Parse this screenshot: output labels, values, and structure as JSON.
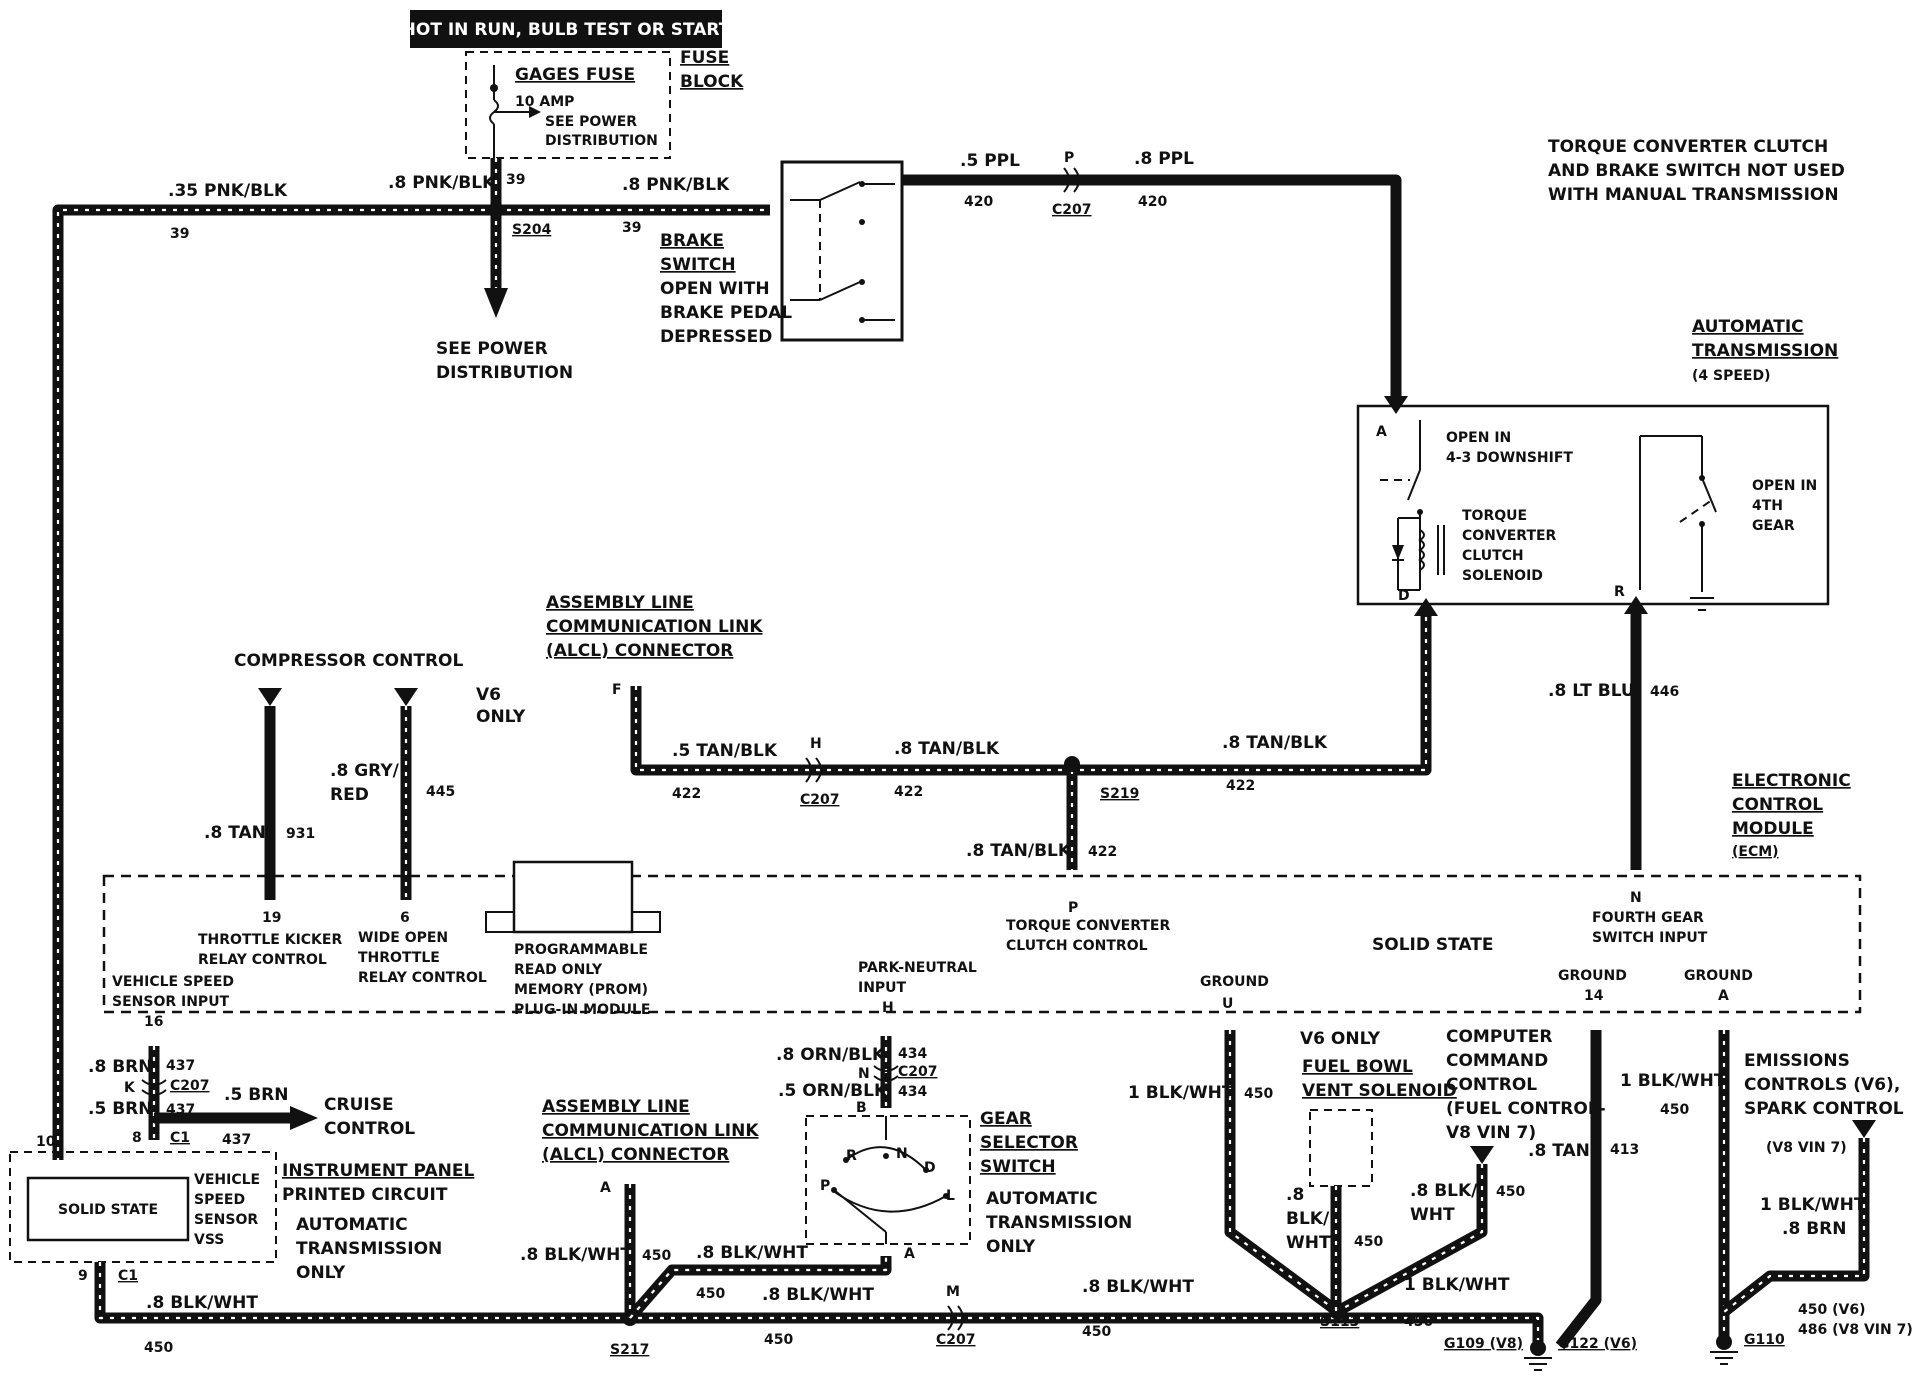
{
  "header": {
    "banner": "HOT IN RUN, BULB TEST OR START"
  },
  "fuse_block": {
    "label_line1": "FUSE",
    "label_line2": "BLOCK",
    "fuse_name": "GAGES FUSE",
    "fuse_rating": "10 AMP",
    "see_line1": "SEE POWER",
    "see_line2": "DISTRIBUTION"
  },
  "power_feed": {
    "wire_top_left": ".35 PNK/BLK",
    "wire_top_mid": ".8 PNK/BLK",
    "circuit_39_a": "39",
    "circuit_39_b": "39",
    "circuit_39_c": "39",
    "wire_to_brake": ".8 PNK/BLK",
    "splice": "S204",
    "see_line1": "SEE POWER",
    "see_line2": "DISTRIBUTION"
  },
  "brake_switch": {
    "line1": "BRAKE",
    "line2": "SWITCH",
    "line3": "OPEN WITH",
    "line4": "BRAKE PEDAL",
    "line5": "DEPRESSED"
  },
  "ppl_run": {
    "wire_a": ".5 PPL",
    "circuit_a": "420",
    "pin": "P",
    "connector": "C207",
    "wire_b": ".8 PPL",
    "circuit_b": "420"
  },
  "note": {
    "line1": "TORQUE CONVERTER CLUTCH",
    "line2": "AND BRAKE SWITCH NOT USED",
    "line3": "WITH MANUAL TRANSMISSION"
  },
  "auto_trans": {
    "title1": "AUTOMATIC",
    "title2": "TRANSMISSION",
    "title3": "(4 SPEED)",
    "pin_a": "A",
    "pin_d": "D",
    "pin_r": "R",
    "open_in_1": "OPEN IN",
    "open_in_2": "4-3 DOWNSHIFT",
    "tcc1": "TORQUE",
    "tcc2": "CONVERTER",
    "tcc3": "CLUTCH",
    "tcc4": "SOLENOID",
    "gear1": "OPEN IN",
    "gear2": "4TH",
    "gear3": "GEAR"
  },
  "alcl_top": {
    "line1": "ASSEMBLY LINE",
    "line2": "COMMUNICATION LINK",
    "line3": "(ALCL) CONNECTOR",
    "pin": "F",
    "wire_a": ".5 TAN/BLK",
    "circuit_a": "422",
    "pin_h": "H",
    "connector": "C207",
    "wire_b": ".8 TAN/BLK",
    "circuit_b": "422",
    "wire_c": ".8 TAN/BLK",
    "circuit_c": "422",
    "splice": "S219",
    "wire_down": ".8 TAN/BLK",
    "circuit_down": "422"
  },
  "lt_blu": {
    "wire": ".8 LT BLU",
    "circuit": "446"
  },
  "compressor": {
    "title": "COMPRESSOR CONTROL",
    "v6_1": "V6",
    "v6_2": "ONLY",
    "wire_tan": ".8 TAN",
    "circuit_tan": "931",
    "wire_gry1": ".8 GRY/",
    "wire_gry2": "RED",
    "circuit_gry": "445"
  },
  "ecm": {
    "title1": "ELECTRONIC",
    "title2": "CONTROL",
    "title3": "MODULE",
    "title4": "(ECM)",
    "solid_state": "SOLID STATE",
    "pin19": "19",
    "pin19_l1": "THROTTLE KICKER",
    "pin19_l2": "RELAY CONTROL",
    "pin6": "6",
    "pin6_l1": "WIDE OPEN",
    "pin6_l2": "THROTTLE",
    "pin6_l3": "RELAY CONTROL",
    "vss_l1": "VEHICLE SPEED",
    "vss_l2": "SENSOR INPUT",
    "pin16": "16",
    "prom1": "PROGRAMMABLE",
    "prom2": "READ ONLY",
    "prom3": "MEMORY (PROM)",
    "prom4": "PLUG-IN MODULE",
    "pin_p": "P",
    "tcc_l1": "TORQUE CONVERTER",
    "tcc_l2": "CLUTCH CONTROL",
    "pn_l1": "PARK-NEUTRAL",
    "pn_l2": "INPUT",
    "pin_h": "H",
    "ground_u": "GROUND",
    "pin_u": "U",
    "pin_n": "N",
    "fg_l1": "FOURTH GEAR",
    "fg_l2": "SWITCH INPUT",
    "ground_14": "GROUND",
    "pin14": "14",
    "ground_a": "GROUND",
    "pin_a": "A"
  },
  "vss_harness": {
    "wire_brn_a": ".8 BRN",
    "circuit_a": "437",
    "pin_k": "K",
    "connector": "C207",
    "wire_brn_b": ".5 BRN",
    "circuit_b": "437",
    "wire_cruise": ".5 BRN",
    "cruise1": "CRUISE",
    "cruise2": "CONTROL",
    "circuit_cruise": "437",
    "pin10": "10",
    "pin8": "8",
    "c1": "C1"
  },
  "ip": {
    "solid": "SOLID STATE",
    "vss1": "VEHICLE",
    "vss2": "SPEED",
    "vss3": "SENSOR",
    "vss4": "VSS",
    "title1": "INSTRUMENT PANEL",
    "title2": "PRINTED CIRCUIT",
    "auto1": "AUTOMATIC",
    "auto2": "TRANSMISSION",
    "auto3": "ONLY",
    "pin9": "9",
    "c1": "C1"
  },
  "alcl_bottom": {
    "line1": "ASSEMBLY LINE",
    "line2": "COMMUNICATION LINK",
    "line3": "(ALCL) CONNECTOR",
    "pin": "A",
    "wire": ".8 BLK/WHT",
    "circuit": "450"
  },
  "gear_sel": {
    "wire_orn_a": ".8 ORN/BLK",
    "circuit_a": "434",
    "pin_n": "N",
    "connector": "C207",
    "wire_orn_b": ".5 ORN/BLK",
    "circuit_b": "434",
    "pin_b": "B",
    "pin_a": "A",
    "title1": "GEAR",
    "title2": "SELECTOR",
    "title3": "SWITCH",
    "only1": "AUTOMATIC",
    "only2": "TRANSMISSION",
    "only3": "ONLY",
    "pos_r": "R",
    "pos_n": "N",
    "pos_d": "D",
    "pos_p": "P",
    "pos_l": "L",
    "wire_to_a": ".8 BLK/WHT",
    "circuit_ab": "450"
  },
  "ground_bus": {
    "wire_a": ".8 BLK/WHT",
    "circuit_a": "450",
    "splice_a": "S217",
    "wire_b": ".8 BLK/WHT",
    "circuit_b": "450",
    "pin_m": "M",
    "connector": "C207",
    "wire_c": ".8 BLK/WHT",
    "circuit_c": "450",
    "splice_b": "S113",
    "wire_d": "1 BLK/WHT",
    "circuit_d": "450",
    "g109": "G109 (V8)",
    "g122": "G122 (V6)",
    "g110": "G110"
  },
  "right_drops": {
    "wire_u": "1 BLK/WHT",
    "circuit_u": "450",
    "v6only": "V6 ONLY",
    "fbv1": "FUEL BOWL",
    "fbv2": "VENT SOLENOID",
    "fbv_wire1": ".8",
    "fbv_wire2": "BLK/",
    "fbv_wire3": "WHT",
    "fbv_circuit": "450",
    "ccc1": "COMPUTER",
    "ccc2": "COMMAND",
    "ccc3": "CONTROL",
    "ccc4": "(FUEL CONTROL-",
    "ccc5": "V8 VIN 7)",
    "ccc_wire1": ".8 BLK/",
    "ccc_wire2": "WHT",
    "ccc_circuit": "450",
    "tan_wire": ".8 TAN",
    "tan_circuit": "413",
    "ga_wire": "1 BLK/WHT",
    "ga_circuit": "450",
    "em1": "EMISSIONS",
    "em2": "CONTROLS (V6),",
    "em3": "SPARK CONTROL",
    "em4": "(V8 VIN 7)",
    "em_wire1": "1 BLK/WHT",
    "em_wire2": ".8 BRN",
    "em_c1": "450 (V6)",
    "em_c2": "486 (V8 VIN 7)"
  }
}
